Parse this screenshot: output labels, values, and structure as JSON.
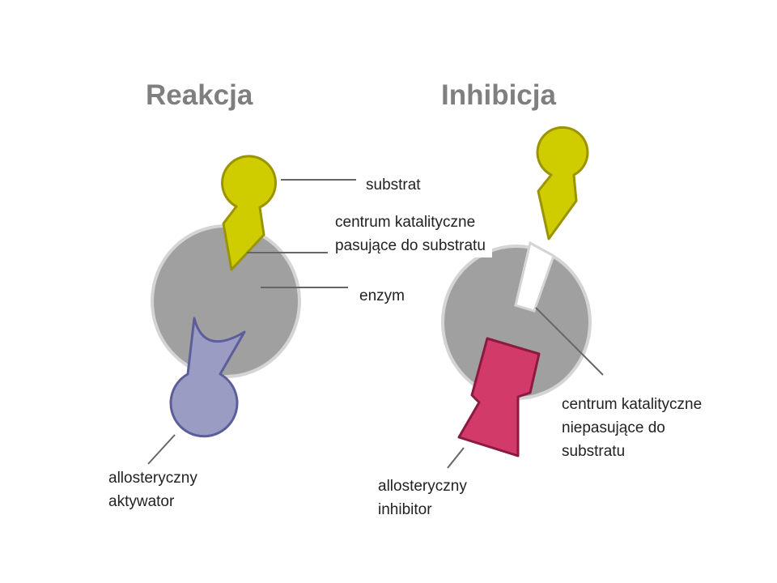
{
  "titles": {
    "left": "Reakcja",
    "right": "Inhibicja"
  },
  "labels": {
    "substrate": "substrat",
    "active_site_fit_line1": "centrum katalityczne",
    "active_site_fit_line2": "pasujące do substratu",
    "enzyme": "enzym",
    "activator_line1": "allosteryczny",
    "activator_line2": "aktywator",
    "active_site_nofit_line1": "centrum katalityczne",
    "active_site_nofit_line2": "niepasujące do",
    "active_site_nofit_line3": "substratu",
    "inhibitor_line1": "allosteryczny",
    "inhibitor_line2": "inhibitor"
  },
  "colors": {
    "enzyme": "#a0a0a0",
    "substrate": "#cfcc00",
    "activator": "#9a9cc4",
    "inhibitor": "#d23a6a"
  }
}
